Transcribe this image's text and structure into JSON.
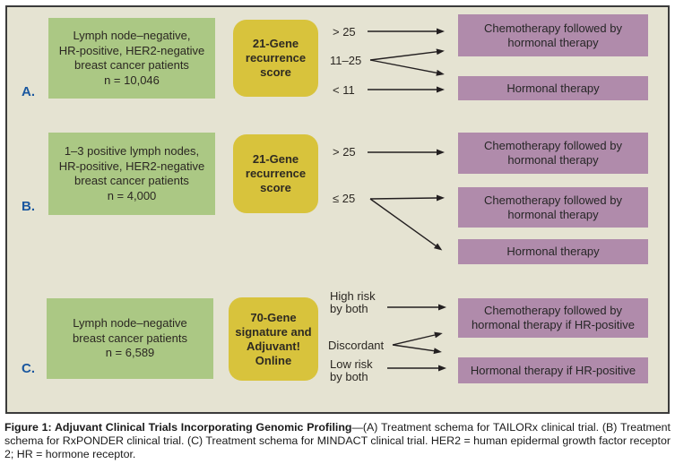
{
  "colors": {
    "page_bg": "#ffffff",
    "panel_bg": "#e5e3d2",
    "panel_border": "#3b3b3b",
    "population_box": "#abc884",
    "test_box": "#d8c33c",
    "outcome_box": "#b08bab",
    "section_label": "#1a579f",
    "text": "#2b2722",
    "arrow": "#231f20"
  },
  "figure": {
    "sections": [
      {
        "label": "A.",
        "trial": "TAILORx",
        "population": "Lymph node–negative,\nHR-positive, HER2-negative\nbreast cancer patients\nn = 10,046",
        "test": "21-Gene\nrecurrence\nscore",
        "branches": [
          "> 25",
          "11–25",
          "< 11"
        ],
        "outcomes": [
          "Chemotherapy followed by\nhormonal therapy",
          "Hormonal therapy"
        ]
      },
      {
        "label": "B.",
        "trial": "RxPONDER",
        "population": "1–3 positive lymph nodes,\nHR-positive, HER2-negative\nbreast cancer patients\nn = 4,000",
        "test": "21-Gene\nrecurrence\nscore",
        "branches": [
          "> 25",
          "≤ 25"
        ],
        "outcomes": [
          "Chemotherapy followed by\nhormonal therapy",
          "Chemotherapy followed by\nhormonal therapy",
          "Hormonal therapy"
        ]
      },
      {
        "label": "C.",
        "trial": "MINDACT",
        "population": "Lymph node–negative\nbreast cancer patients\nn = 6,589",
        "test": "70-Gene\nsignature and\nAdjuvant!\nOnline",
        "branches": [
          "High risk\nby both",
          "Discordant",
          "Low risk\nby both"
        ],
        "outcomes": [
          "Chemotherapy followed by\nhormonal therapy if HR-positive",
          "Hormonal therapy if HR-positive"
        ]
      }
    ]
  },
  "caption": {
    "title": "Figure 1:  Adjuvant Clinical Trials Incorporating Genomic  Profiling",
    "body": "—(A) Treatment schema for TAILORx clinical trial. (B) Treatment schema for RxPONDER clinical trial. (C) Treatment schema for MINDACT clinical trial. HER2 = human epidermal growth factor receptor 2; HR = hormone receptor."
  }
}
